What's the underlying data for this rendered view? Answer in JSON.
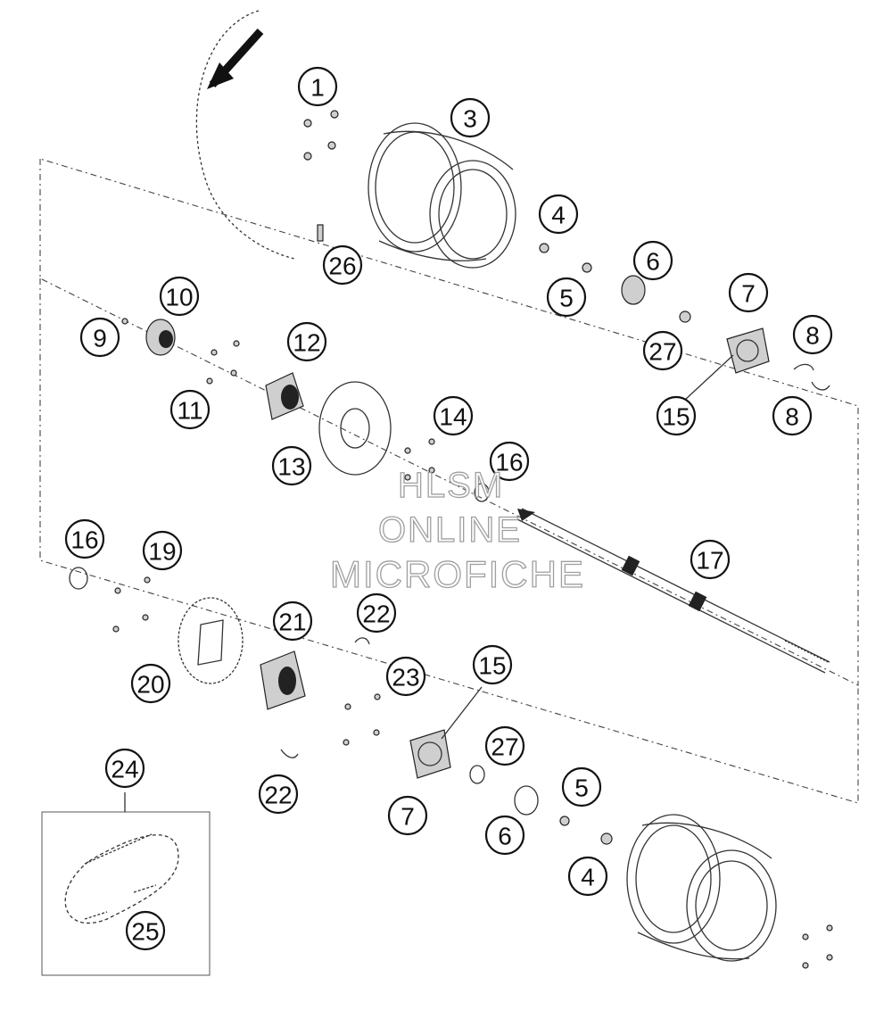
{
  "callouts": [
    {
      "id": "c1",
      "label": "1"
    },
    {
      "id": "c3",
      "label": "3"
    },
    {
      "id": "c4a",
      "label": "4"
    },
    {
      "id": "c26",
      "label": "26"
    },
    {
      "id": "c6a",
      "label": "6"
    },
    {
      "id": "c5a",
      "label": "5"
    },
    {
      "id": "c7a",
      "label": "7"
    },
    {
      "id": "c8a",
      "label": "8"
    },
    {
      "id": "c27a",
      "label": "27"
    },
    {
      "id": "c8b",
      "label": "8"
    },
    {
      "id": "c15a",
      "label": "15"
    },
    {
      "id": "c10",
      "label": "10"
    },
    {
      "id": "c9",
      "label": "9"
    },
    {
      "id": "c12",
      "label": "12"
    },
    {
      "id": "c11",
      "label": "11"
    },
    {
      "id": "c14",
      "label": "14"
    },
    {
      "id": "c13",
      "label": "13"
    },
    {
      "id": "c16a",
      "label": "16"
    },
    {
      "id": "c17",
      "label": "17"
    },
    {
      "id": "c16b",
      "label": "16"
    },
    {
      "id": "c19",
      "label": "19"
    },
    {
      "id": "c22a",
      "label": "22"
    },
    {
      "id": "c21",
      "label": "21"
    },
    {
      "id": "c20",
      "label": "20"
    },
    {
      "id": "c23",
      "label": "23"
    },
    {
      "id": "c15b",
      "label": "15"
    },
    {
      "id": "c27b",
      "label": "27"
    },
    {
      "id": "c24",
      "label": "24"
    },
    {
      "id": "c5b",
      "label": "5"
    },
    {
      "id": "c22b",
      "label": "22"
    },
    {
      "id": "c7b",
      "label": "7"
    },
    {
      "id": "c6b",
      "label": "6"
    },
    {
      "id": "c4b",
      "label": "4"
    },
    {
      "id": "c25",
      "label": "25"
    }
  ],
  "watermark": {
    "line1": "HLSM",
    "line2": "ONLINE",
    "line3": "MICROFICHE"
  }
}
